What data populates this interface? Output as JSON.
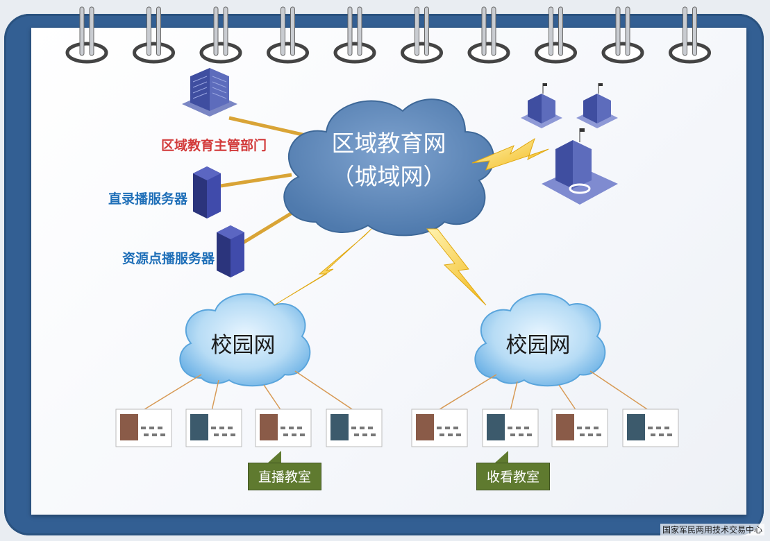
{
  "labels": {
    "dept": "区域教育主管部门",
    "live_server": "直录播服务器",
    "vod_server": "资源点播服务器"
  },
  "clouds": {
    "main_line1": "区域教育网",
    "main_line2": "（城域网）",
    "campus_left": "校园网",
    "campus_right": "校园网"
  },
  "tags": {
    "live_classroom": "直播教室",
    "watch_classroom": "收看教室"
  },
  "watermark": "国家军民两用技术交易中心",
  "colors": {
    "frame": "#335f93",
    "main_cloud": "#5b86b8",
    "campus_cloud": "#a9d3f1",
    "lightning": "#f2c12e",
    "tag": "#5f7a2f",
    "dept_label": "#d23a3a",
    "server_label": "#1f6fb8"
  }
}
